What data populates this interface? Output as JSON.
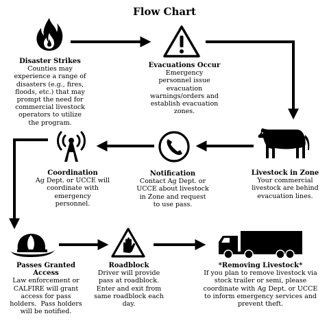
{
  "title": "Flow Chart",
  "steps": [
    {
      "id": "disaster",
      "heading": "Disaster Strikes",
      "body": "Counties may\nexperience a range of\ndisasters (e.g., fires,\nfloods, etc.) that may\nprompt the need for\ncommercial livestock\noperators to utilize\nthe program.",
      "icon": "fire-icon"
    },
    {
      "id": "evacuation",
      "heading": "Evacuations Occur",
      "body": "Emergency\npersonnel issue\nevacuation\nwarnings/orders and\nestablish evacuation\nzones.",
      "icon": "warning-triangle-icon"
    },
    {
      "id": "livestock",
      "heading": "Livestock in Zone",
      "body": "Your commercial\nlivestock are behind\nevacuation lines.",
      "icon": "cow-icon"
    },
    {
      "id": "notification",
      "heading": "Notification",
      "body": "Contact Ag Dept. or\nUCCE about livestock\nin Zone and request\nto use pass.",
      "icon": "phone-icon"
    },
    {
      "id": "coordination",
      "heading": "Coordination",
      "body": "Ag Dept. or UCCE will\ncoordinate with\nemergency\npersonnel.",
      "icon": "radio-tower-icon"
    },
    {
      "id": "passes",
      "heading": "Passes Granted\nAccess",
      "body": "Law enforcement or\nCALFIRE will grant\naccess for pass\nholders.  Pass holders\nwill be notified.",
      "icon": "firefighter-helmet-icon"
    },
    {
      "id": "roadblock",
      "heading": "Roadblock",
      "body": "Driver will provide\npass at roadblock.\nEnter and exit from\nsame roadblock each\nday.",
      "icon": "hand-stop-icon"
    },
    {
      "id": "removing",
      "heading": "*Removing Livestock*",
      "body": "If you plan to remove livestock via\nstock trailer or semi, please\ncoordinate with Ag Dept. or UCCE\nto inform emergency services and\nprevent theft.",
      "icon": "truck-icon"
    }
  ]
}
